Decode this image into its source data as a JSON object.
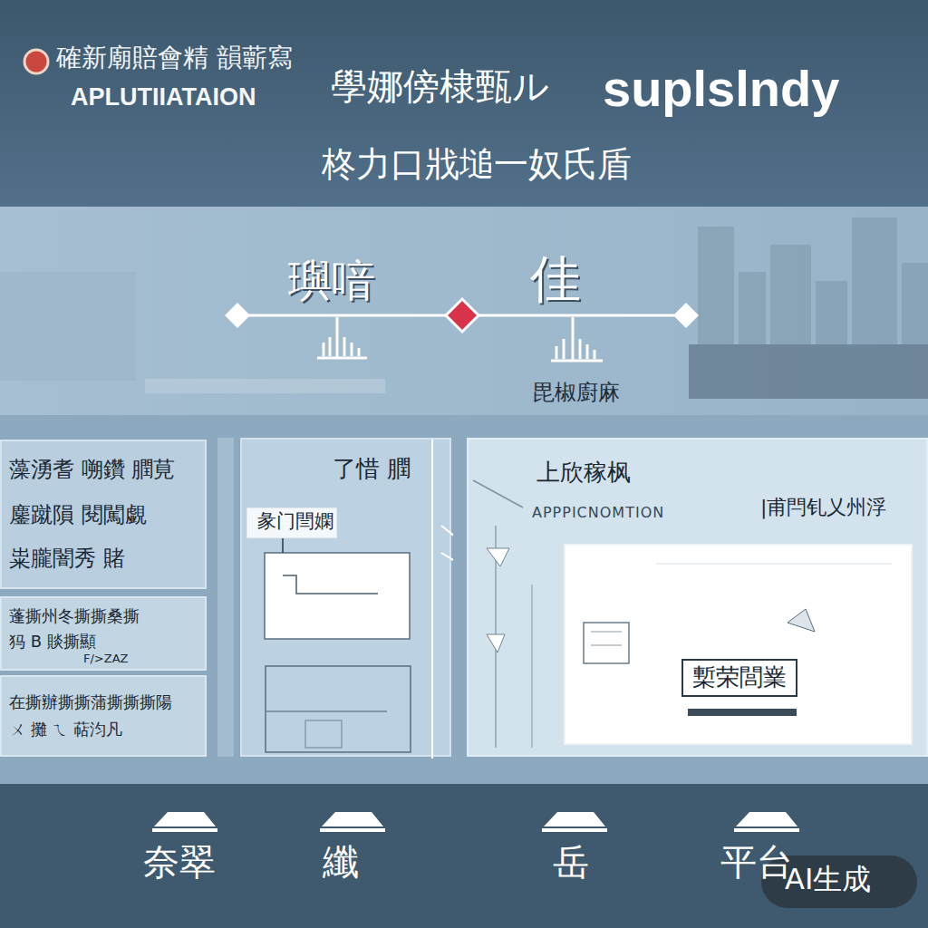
{
  "diagram": {
    "nodes": [
      {
        "text": [
          "藻湧耆 嗍鑽 膶莧",
          "鏖蹴隕 閱闖覷",
          "粜朧闇秀 賭"
        ]
      },
      {
        "text": [
          "蓬撕州冬撕撕桑撕",
          "犸 B 賧撕顯",
          "F/>ZAZ"
        ]
      },
      {
        "text": [
          "在撕辦撕撕蒲撕撕撕陽",
          "ㄨ 攤 ㄟ 萜汮凡"
        ]
      },
      {
        "text": [
          "了惜 膶"
        ]
      },
      {
        "text": [
          "彖门閆嫻"
        ],
        "in": 3
      },
      {
        "text": [
          "上欣稼枫",
          "APPPICNOMTION",
          "|甫閂钆乂州浮"
        ]
      },
      {
        "text": [
          "槧荣閭嶪"
        ],
        "in": 5
      }
    ],
    "labels": [
      "確新廟賠會精 韻蘄寫",
      "APLUTIIATAION",
      "學娜傍棣甄ル",
      "suplslndy",
      "柊力口戕塠一奴氏盾",
      "璵喑",
      "佳",
      "毘椒廚麻",
      "奈翠",
      "纖",
      "岳",
      "平台",
      "AI生成"
    ]
  }
}
